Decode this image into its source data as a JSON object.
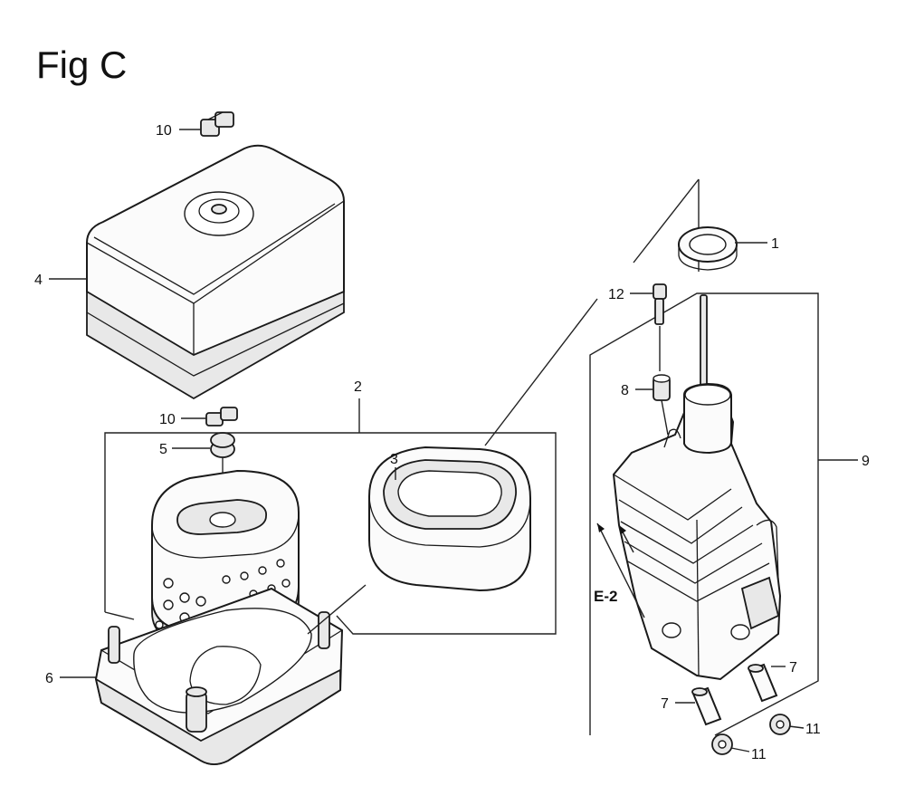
{
  "figure": {
    "title": "Fig C"
  },
  "reference": {
    "label": "E-2"
  },
  "callouts": [
    {
      "id": "1",
      "label": "1"
    },
    {
      "id": "2",
      "label": "2"
    },
    {
      "id": "3",
      "label": "3"
    },
    {
      "id": "4",
      "label": "4"
    },
    {
      "id": "5",
      "label": "5"
    },
    {
      "id": "6",
      "label": "6"
    },
    {
      "id": "7a",
      "label": "7"
    },
    {
      "id": "7b",
      "label": "7"
    },
    {
      "id": "8",
      "label": "8"
    },
    {
      "id": "9",
      "label": "9"
    },
    {
      "id": "10a",
      "label": "10"
    },
    {
      "id": "10b",
      "label": "10"
    },
    {
      "id": "11a",
      "label": "11"
    },
    {
      "id": "11b",
      "label": "11"
    },
    {
      "id": "12",
      "label": "12"
    }
  ]
}
